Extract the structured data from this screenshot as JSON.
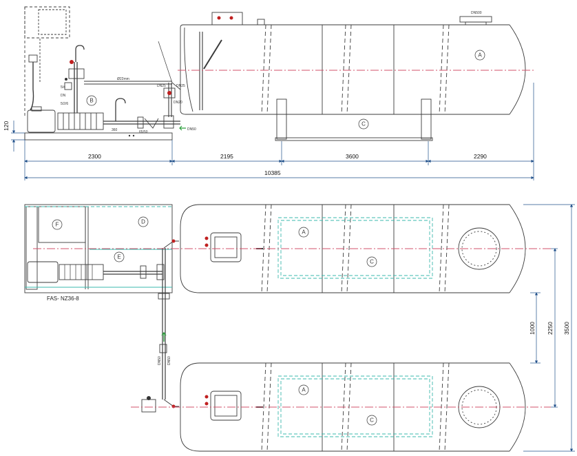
{
  "labels": {
    "side_view": {
      "dn500": "DN500",
      "callout_a": "A",
      "callout_b": "B",
      "callout_c": "C",
      "pipe_size": "Ø22mm",
      "dn25": "DN25",
      "dn25_b": "DN25",
      "dn20": "DN20",
      "dn50": "DN50",
      "size_360": "360",
      "size_6550": "65/50",
      "small_1": "5/4",
      "small_2": "5/2/6",
      "small_3": "DN"
    },
    "plan_view": {
      "callout_a_top": "A",
      "callout_c_top": "C",
      "callout_d": "D",
      "callout_e": "E",
      "callout_f": "F",
      "callout_a_bottom": "A",
      "callout_c_bottom": "C",
      "model": "FAS- NZ36-8",
      "pipe_label_1": "DN50",
      "pipe_label_2": "DN50"
    }
  },
  "dimensions": {
    "height_left": "120",
    "seg_1": "2300",
    "seg_2": "2195",
    "seg_3": "3600",
    "seg_4": "2290",
    "total_length": "10385",
    "v_gap": "1000",
    "v_centers": "2250",
    "v_total": "3500"
  },
  "colors": {
    "line": "#3a3a3a",
    "centerline": "#d0506a",
    "frame_dashed": "#3ab8ac",
    "dimension": "#1f4f8a",
    "arrow_green": "#2a9d3a",
    "valve_red": "#c02020"
  }
}
